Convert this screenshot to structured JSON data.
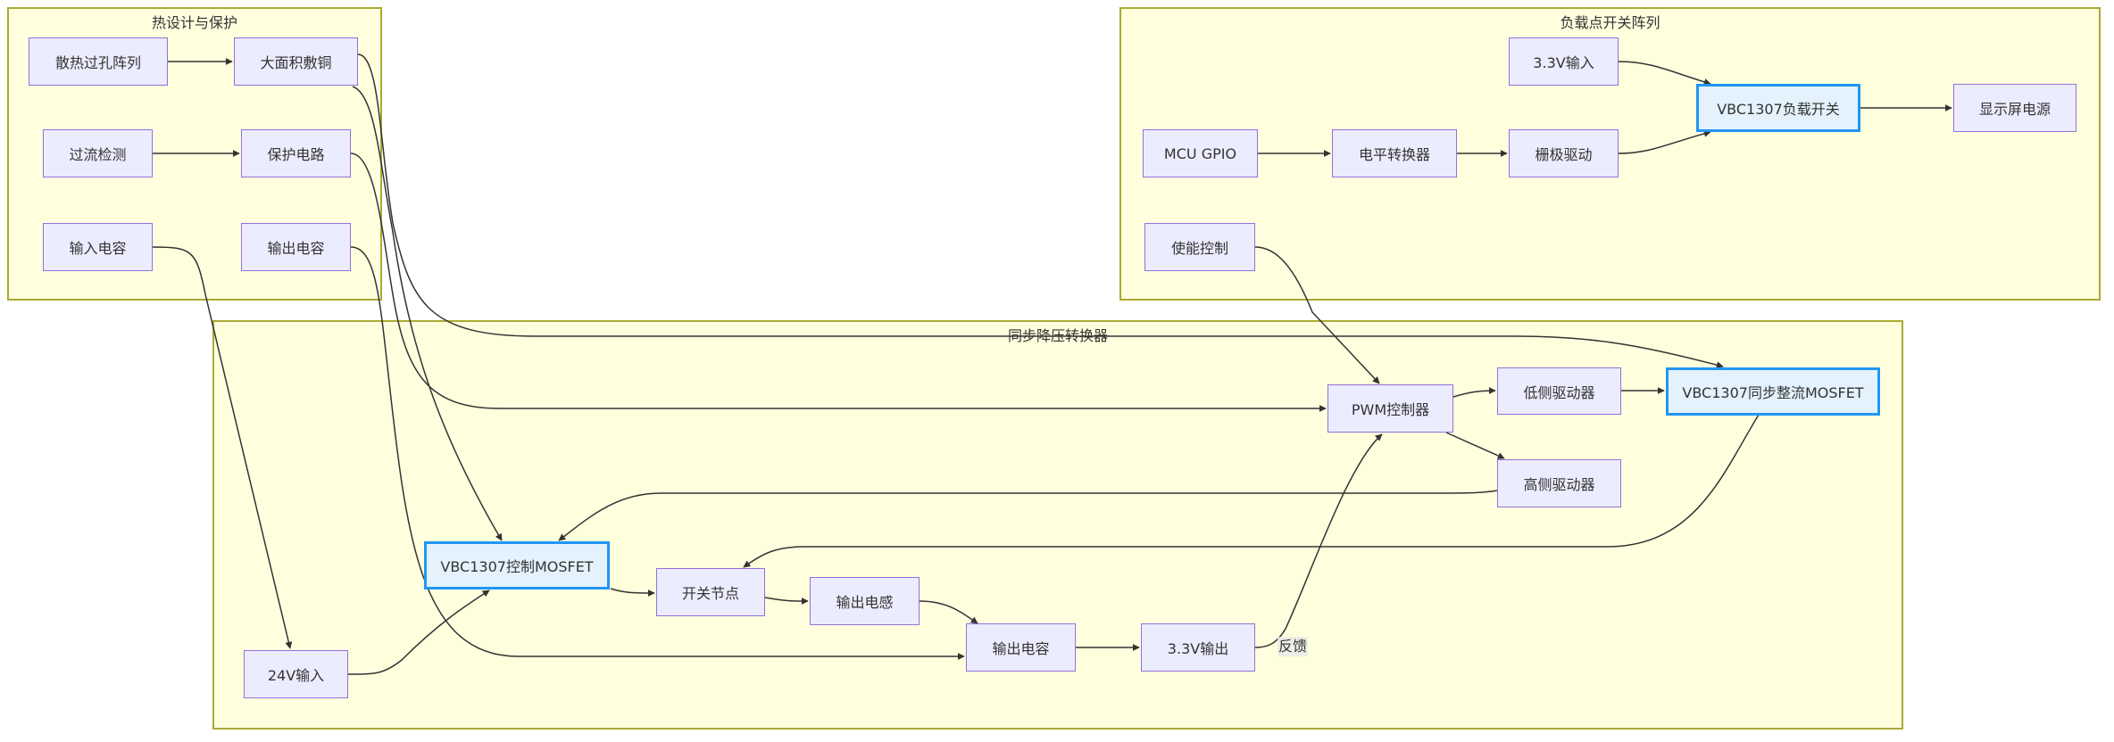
{
  "clusters": {
    "thermal": {
      "title": "热设计与保护"
    },
    "load_switch": {
      "title": "负载点开关阵列"
    },
    "buck": {
      "title": "同步降压转换器"
    }
  },
  "nodes": {
    "via_array": {
      "label": "散热过孔阵列"
    },
    "copper_pour": {
      "label": "大面积敷铜"
    },
    "overcurrent_detect": {
      "label": "过流检测"
    },
    "protection_circuit": {
      "label": "保护电路"
    },
    "input_cap": {
      "label": "输入电容"
    },
    "output_cap_thermal": {
      "label": "输出电容"
    },
    "input_3v3": {
      "label": "3.3V输入"
    },
    "load_switch": {
      "label": "VBC1307负载开关"
    },
    "display_power": {
      "label": "显示屏电源"
    },
    "mcu_gpio": {
      "label": "MCU GPIO"
    },
    "level_shifter": {
      "label": "电平转换器"
    },
    "gate_driver": {
      "label": "栅极驱动"
    },
    "enable_control": {
      "label": "使能控制"
    },
    "pwm_controller": {
      "label": "PWM控制器"
    },
    "low_side_driver": {
      "label": "低侧驱动器"
    },
    "sync_mosfet": {
      "label": "VBC1307同步整流MOSFET"
    },
    "high_side_driver": {
      "label": "高侧驱动器"
    },
    "control_mosfet": {
      "label": "VBC1307控制MOSFET"
    },
    "switch_node": {
      "label": "开关节点"
    },
    "output_inductor": {
      "label": "输出电感"
    },
    "output_cap": {
      "label": "输出电容"
    },
    "output_3v3": {
      "label": "3.3V输出"
    },
    "input_24v": {
      "label": "24V输入"
    }
  },
  "edge_labels": {
    "feedback": "反馈"
  },
  "edges": [
    {
      "from": "散热过孔阵列",
      "to": "大面积敷铜"
    },
    {
      "from": "过流检测",
      "to": "保护电路"
    },
    {
      "from": "大面积敷铜",
      "to": "VBC1307同步整流MOSFET"
    },
    {
      "from": "大面积敷铜",
      "to": "VBC1307控制MOSFET"
    },
    {
      "from": "保护电路",
      "to": "PWM控制器"
    },
    {
      "from": "输入电容",
      "to": "24V输入"
    },
    {
      "from": "输出电容",
      "to": "输出电容"
    },
    {
      "from": "3.3V输入",
      "to": "VBC1307负载开关"
    },
    {
      "from": "栅极驱动",
      "to": "VBC1307负载开关"
    },
    {
      "from": "VBC1307负载开关",
      "to": "显示屏电源"
    },
    {
      "from": "MCU GPIO",
      "to": "电平转换器"
    },
    {
      "from": "电平转换器",
      "to": "栅极驱动"
    },
    {
      "from": "使能控制",
      "to": "PWM控制器"
    },
    {
      "from": "PWM控制器",
      "to": "低侧驱动器"
    },
    {
      "from": "PWM控制器",
      "to": "高侧驱动器"
    },
    {
      "from": "低侧驱动器",
      "to": "VBC1307同步整流MOSFET"
    },
    {
      "from": "高侧驱动器",
      "to": "VBC1307控制MOSFET"
    },
    {
      "from": "VBC1307同步整流MOSFET",
      "to": "开关节点"
    },
    {
      "from": "24V输入",
      "to": "VBC1307控制MOSFET"
    },
    {
      "from": "VBC1307控制MOSFET",
      "to": "开关节点"
    },
    {
      "from": "开关节点",
      "to": "输出电感"
    },
    {
      "from": "输出电感",
      "to": "输出电容"
    },
    {
      "from": "输出电容",
      "to": "3.3V输出"
    },
    {
      "from": "3.3V输出",
      "to": "PWM控制器",
      "label": "反馈"
    }
  ],
  "colors": {
    "cluster_fill": "#ffffde",
    "cluster_border": "#aaaa33",
    "node_fill": "#ececff",
    "node_border": "#9370db",
    "highlight_fill": "#e3f2fd",
    "highlight_border": "#2196f3",
    "edge": "#333333"
  }
}
